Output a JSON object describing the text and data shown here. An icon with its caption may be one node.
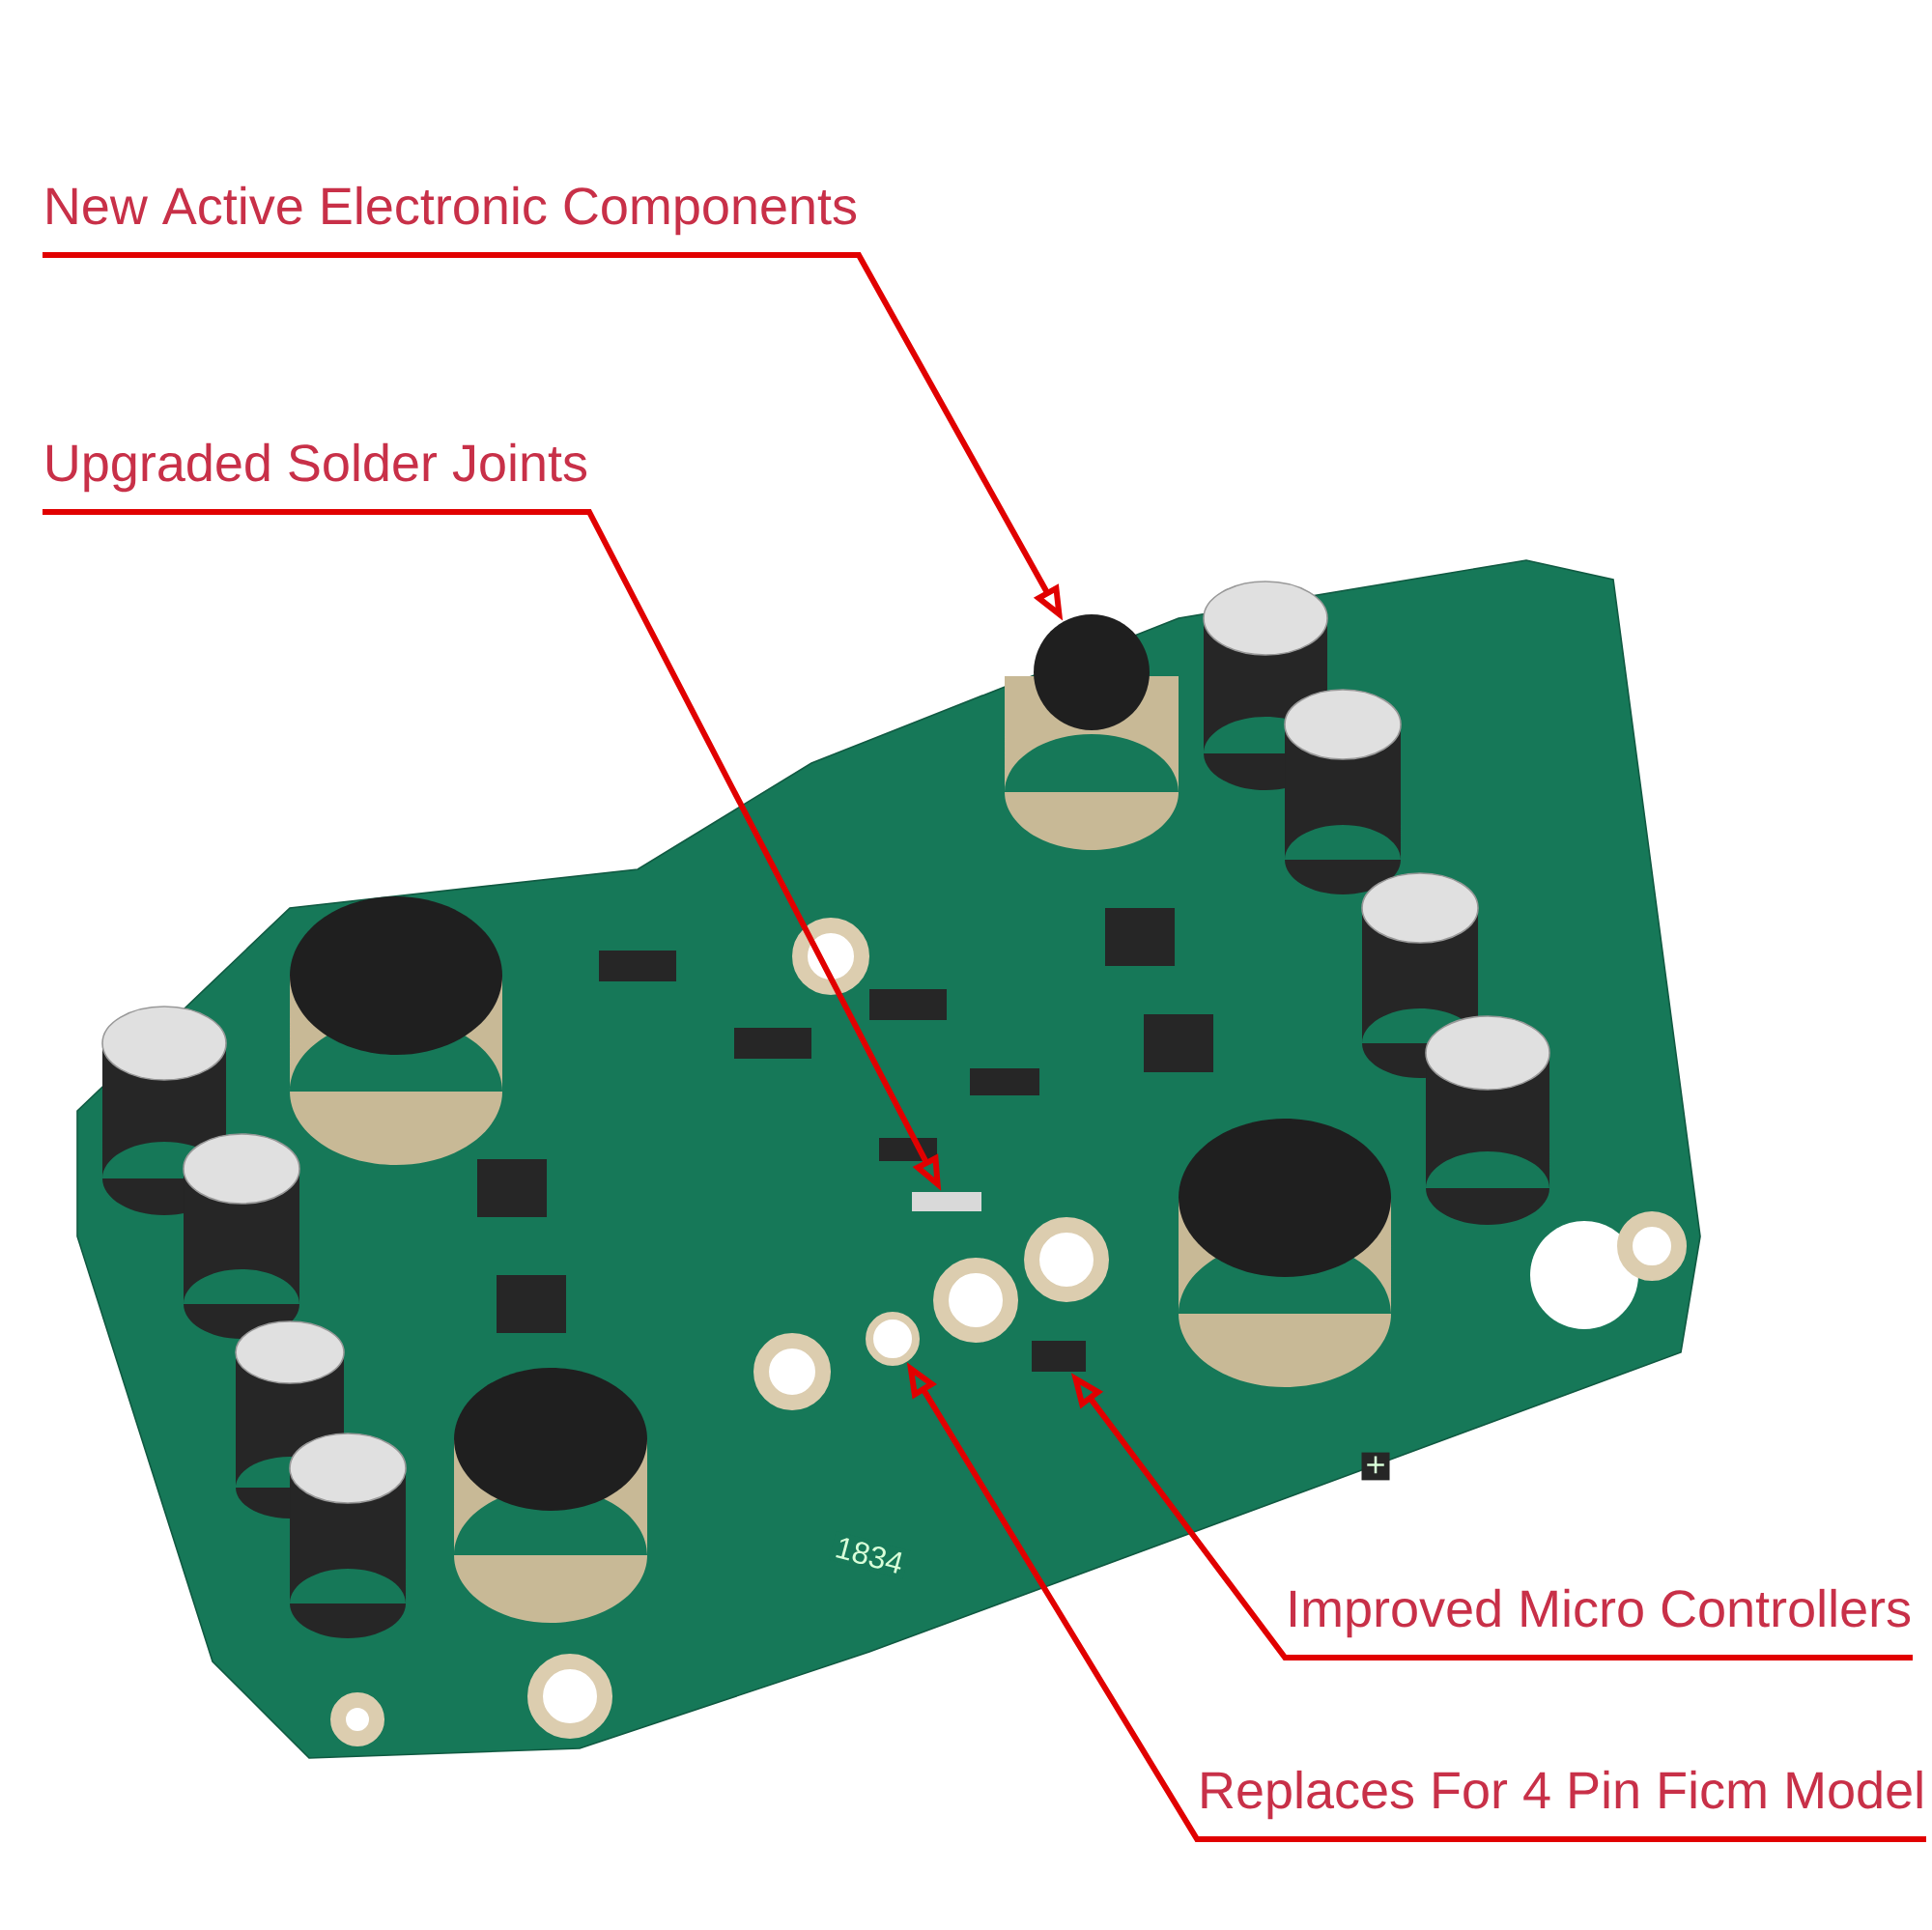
{
  "diagram": {
    "nodes": [
      {
        "text": [
          "New Active Electronic Components"
        ]
      },
      {
        "text": [
          "Upgraded Solder Joints"
        ]
      },
      {
        "text": [
          "Improved Micro Controllers"
        ]
      },
      {
        "text": [
          "Replaces For 4 Pin Ficm Model"
        ]
      },
      {
        "text": [],
        "shape": "circle"
      },
      {
        "text": [],
        "shape": "box"
      },
      {
        "text": [],
        "shape": "box"
      },
      {
        "text": [],
        "shape": "circle"
      }
    ],
    "edges": [
      {
        "from": 0,
        "to": 4,
        "arrow": "to"
      },
      {
        "from": 1,
        "to": 5,
        "arrow": "to"
      },
      {
        "from": 2,
        "to": 6,
        "arrow": "to"
      },
      {
        "from": 3,
        "to": 7,
        "arrow": "to"
      }
    ],
    "labels": [
      "1834",
      "+"
    ]
  }
}
